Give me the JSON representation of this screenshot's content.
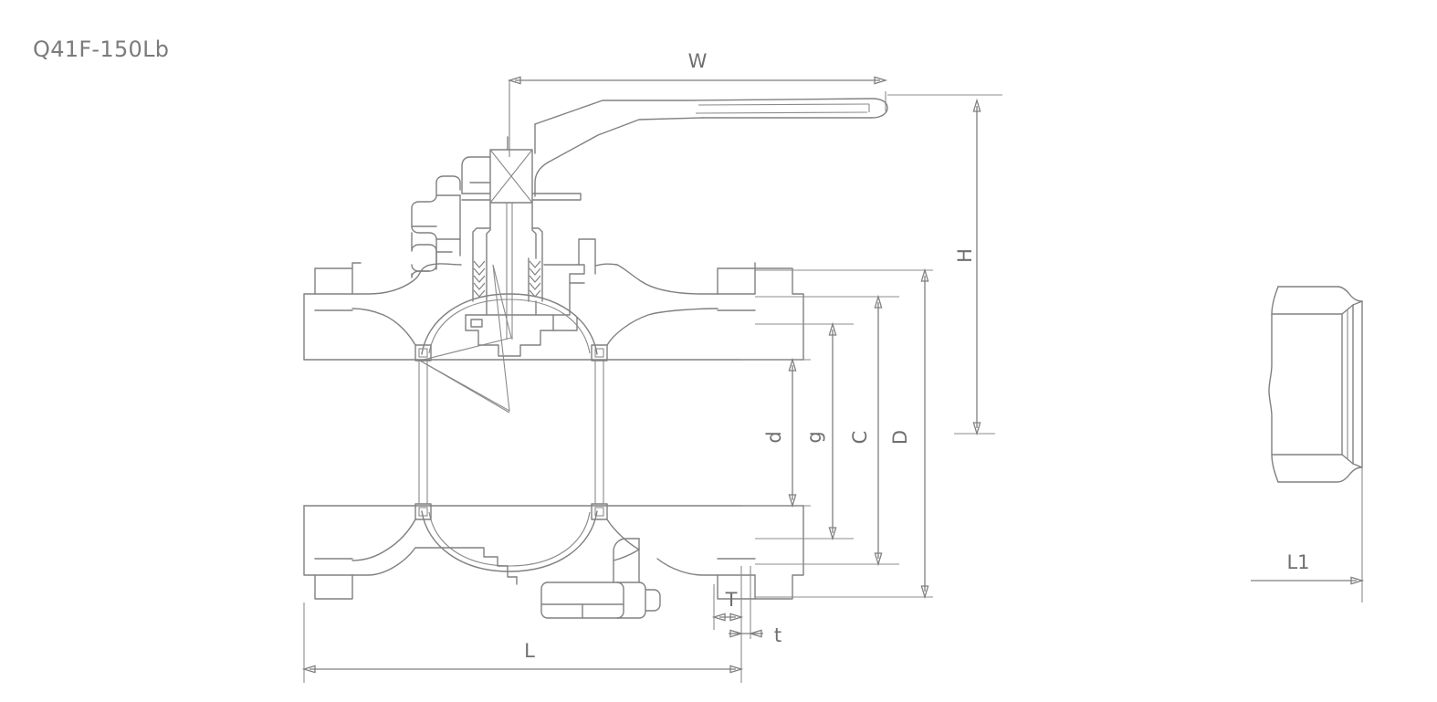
{
  "drawing": {
    "title": "Q41F-150Lb",
    "type": "valve-assembly-technical-drawing",
    "line_color": "#808080",
    "text_color": "#6f6f6f",
    "background": "#ffffff",
    "views": [
      {
        "name": "section-view",
        "label": "main cross-section of flanged ball valve with lever handle"
      },
      {
        "name": "flange-end-view",
        "label": "end/side profile view of flange"
      }
    ]
  },
  "dimensions": {
    "W": {
      "label": "W",
      "orientation": "horizontal",
      "description": "handle lever length"
    },
    "H": {
      "label": "H",
      "orientation": "vertical",
      "description": "overall height to top of handle"
    },
    "d": {
      "label": "d",
      "orientation": "vertical",
      "description": "bore diameter"
    },
    "g": {
      "label": "g",
      "orientation": "vertical",
      "description": "raised face diameter"
    },
    "C": {
      "label": "C",
      "orientation": "vertical",
      "description": "bolt circle diameter"
    },
    "D": {
      "label": "D",
      "orientation": "vertical",
      "description": "flange outside diameter"
    },
    "T": {
      "label": "T",
      "orientation": "horizontal",
      "description": "flange thickness"
    },
    "t": {
      "label": "t",
      "orientation": "horizontal",
      "description": "raised face thickness"
    },
    "L": {
      "label": "L",
      "orientation": "horizontal",
      "description": "face to face length"
    },
    "L1": {
      "label": "L1",
      "orientation": "horizontal",
      "description": "flange end view length"
    }
  }
}
